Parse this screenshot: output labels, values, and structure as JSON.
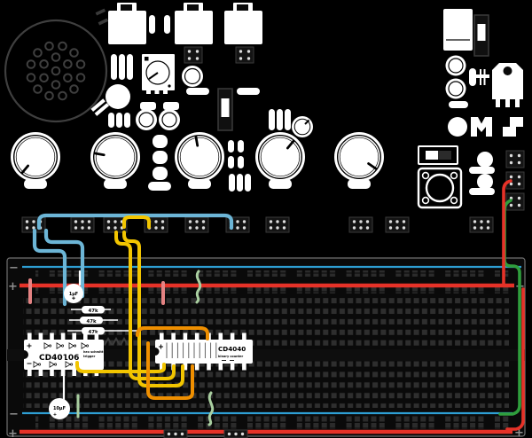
{
  "ics": {
    "ic1": {
      "name": "CD40106",
      "sub1": "hex schmitt",
      "sub2": "trigger"
    },
    "ic2": {
      "name": "CD4040",
      "sub": "binary counter"
    }
  },
  "resistors": {
    "r1": "47k",
    "r2": "47k",
    "r3": "47k"
  },
  "capacitors": {
    "c1": "1µF",
    "c2": "10µF",
    "polarity": "+"
  },
  "rails": {
    "plus": "+",
    "minus": "−"
  },
  "logo": "OMS",
  "colors": {
    "background": "#000000",
    "component": "#ffffff",
    "wire_blue": "#6cb5d6",
    "wire_yellow": "#f2c500",
    "wire_orange": "#ef8f00",
    "wire_green": "#2f9e3c",
    "wire_green_pale": "#a9cfa0",
    "wire_pink": "#e58383",
    "wire_red": "#e63228",
    "rail_blue": "#2e9fd4",
    "rail_red": "#e63228",
    "board_hole": "#2e2e2e"
  }
}
